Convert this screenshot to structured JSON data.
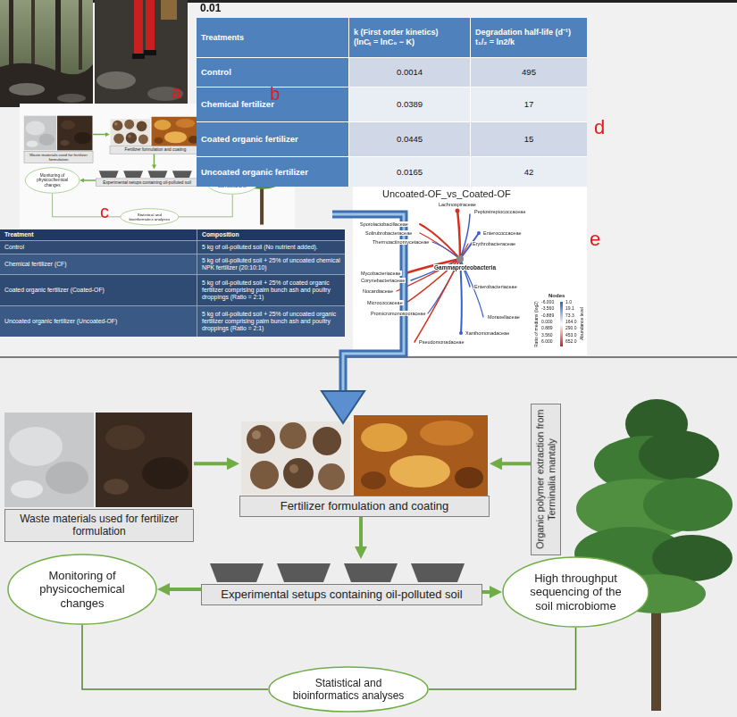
{
  "diagram": {
    "nodes": [
      {
        "text": [
          "Waste materials used for fertilizer formulation"
        ]
      },
      {
        "text": [
          "Fertilizer formulation and coating"
        ]
      },
      {
        "text": [
          "Organic polymer extraction from Terminalia mantaly"
        ]
      },
      {
        "text": [
          "Experimental setups containing oil-polluted soil"
        ]
      },
      {
        "text": [
          "Monitoring of physicochemical changes"
        ]
      },
      {
        "text": [
          "High throughput sequencing of the soil microbiome"
        ]
      },
      {
        "text": [
          "Statistical and bioinformatics analyses"
        ]
      },
      {
        "text": [
          "Waste materials used for fertilizer formulation"
        ]
      },
      {
        "text": [
          "Fertilizer formulation and coating"
        ]
      },
      {
        "text": [
          "Organic polymer extraction from Terminalia mantaly"
        ]
      },
      {
        "text": [
          "Experimental setups containing oil-polluted soil"
        ]
      },
      {
        "text": [
          "Monitoring of physicochemical changes"
        ]
      },
      {
        "text": [
          "High throughput sequencing of the soil microbiome"
        ]
      },
      {
        "text": [
          "Statistical and bioinformatics analyses"
        ]
      }
    ],
    "edges": [
      {
        "from": 0,
        "to": 1,
        "arrow": "to"
      },
      {
        "from": 2,
        "to": 1,
        "arrow": "to"
      },
      {
        "from": 1,
        "to": 3,
        "arrow": "to"
      },
      {
        "from": 3,
        "to": 4,
        "arrow": "to"
      },
      {
        "from": 3,
        "to": 5,
        "arrow": "to"
      },
      {
        "from": 4,
        "to": 6,
        "arrow": "none"
      },
      {
        "from": 5,
        "to": 6,
        "arrow": "none"
      },
      {
        "from": 7,
        "to": 8,
        "arrow": "to"
      },
      {
        "from": 9,
        "to": 8,
        "arrow": "to"
      },
      {
        "from": 8,
        "to": 10,
        "arrow": "to"
      },
      {
        "from": 10,
        "to": 11,
        "arrow": "to"
      },
      {
        "from": 10,
        "to": 12,
        "arrow": "to"
      },
      {
        "from": 11,
        "to": 13,
        "arrow": "none"
      },
      {
        "from": 12,
        "to": 13,
        "arrow": "none"
      }
    ],
    "labels": [
      "0.01",
      "a",
      "b",
      "c",
      "d",
      "e",
      "Treatments",
      "k (First order kinetics)",
      "(lnCₜ = lnC₀ − K)",
      "Degradation half-life (d⁻¹)",
      "t₁/₂ = ln2/k",
      "Control",
      "0.0014",
      "495",
      "Chemical fertilizer",
      "0.0389",
      "17",
      "Coated organic fertilizer",
      "0.0445",
      "15",
      "Uncoated organic fertilizer",
      "0.0165",
      "42",
      "Treatment",
      "Composition",
      "Control",
      "5 kg of oil-polluted soil (No nutrient added).",
      "Chemical fertilizer (CF)",
      "5 kg of oil-polluted soil + 25% of uncoated chemical NPK fertilizer (20:10:10)",
      "Coated organic fertilizer (Coated-OF)",
      "5 kg of oil-polluted soil + 25% of coated organic fertilizer comprising palm bunch ash and poultry droppings (Ratio = 2:1)",
      "Uncoated organic fertilizer (Uncoated-OF)",
      "5 kg of oil-polluted soil + 25% of uncoated organic fertilizer comprising palm bunch ash and poultry droppings (Ratio = 2:1)",
      "Uncoated-OF_vs_Coated-OF",
      "Gammaproteobacteria",
      "Lachnospiraceae",
      "Peptostreptococcaceae",
      "Sporolactobacillaceae",
      "Solirubrobacteraceae",
      "Thermoactinomycetaceae",
      "Enterococcaceae",
      "Erythrobacteraceae",
      "Mycobacteriaceae",
      "Corynebacteriaceae",
      "Nocardiaceae",
      "Micrococcaceae",
      "Promicromonosporaceae",
      "Xanthomonadaceae",
      "Pseudomonadaceae",
      "Moraxellaceae",
      "Enterobacteriaceae",
      "Nodes",
      "-6.000",
      "-3.560",
      "-0.889",
      "0.000",
      "0.889",
      "3.560",
      "6.000",
      "1.0",
      "19.1",
      "73.3",
      "164.0",
      "290.0",
      "453.0",
      "652.0",
      "Ratio of medians (log2)",
      "Abundance level"
    ]
  }
}
